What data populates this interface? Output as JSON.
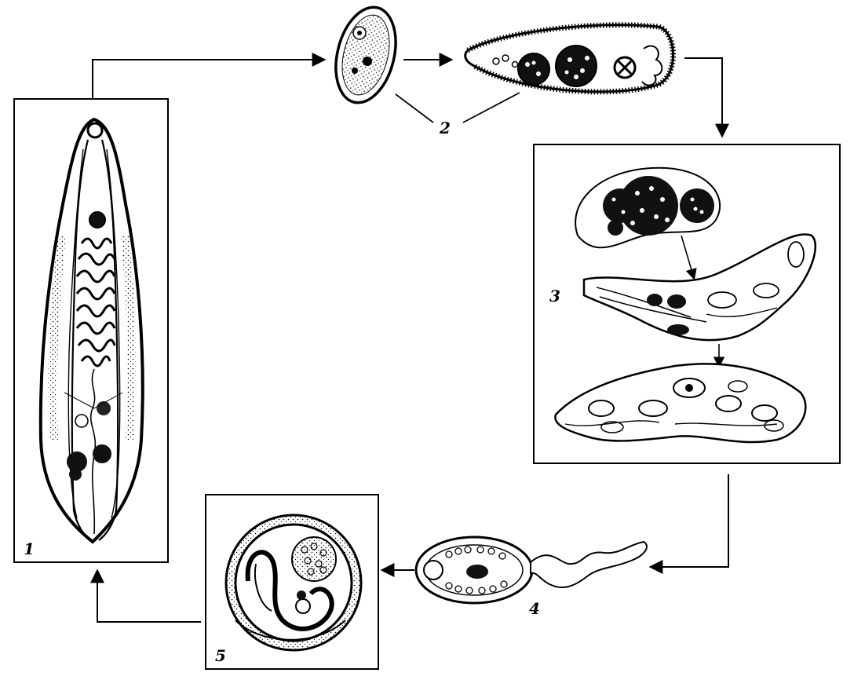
{
  "labels": {
    "stage1": "1",
    "stage2": "2",
    "stage3": "3",
    "stage4": "4",
    "stage5": "5"
  },
  "colors": {
    "ink": "#000000",
    "paper": "#ffffff"
  }
}
